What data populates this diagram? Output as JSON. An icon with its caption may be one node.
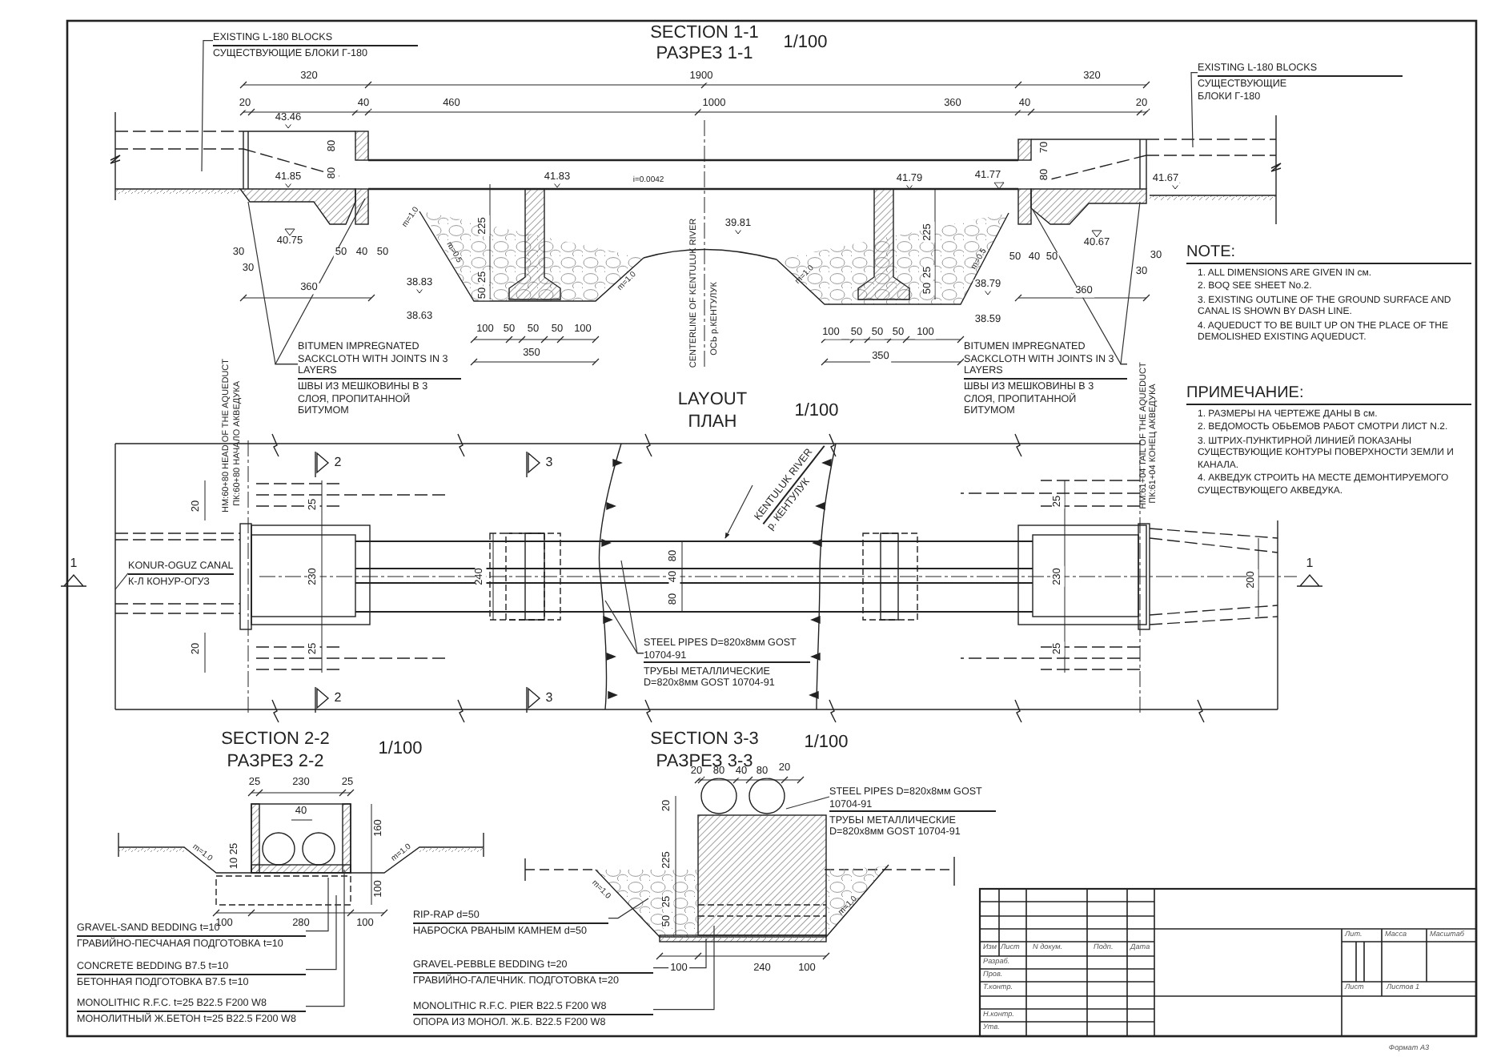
{
  "diagram": {
    "nodes": [
      {
        "text": [
          "EXISTING L-180 BLOCKS",
          "СУЩЕСТВУЮЩИЕ БЛОКИ Г-180"
        ]
      },
      {
        "text": [
          "EXISTING L-180 BLOCKS",
          "СУЩЕСТВУЮЩИЕ БЛОКИ Г-180"
        ]
      },
      {
        "text": [
          "BITUMEN IMPREGNATED SACKCLOTH WITH JOINTS IN 3 LAYERS",
          "ШВЫ ИЗ МЕШКОВИНЫ В 3 СЛОЯ, ПРОПИТАННОЙ БИТУМОМ"
        ]
      },
      {
        "text": [
          "BITUMEN IMPREGNATED SACKCLOTH WITH JOINTS IN 3 LAYERS",
          "ШВЫ ИЗ МЕШКОВИНЫ В 3 СЛОЯ, ПРОПИТАННОЙ БИТУМОМ"
        ]
      },
      {
        "text": [
          "KONUR-OGUZ CANAL",
          "К-Л КОНУР-ОГУЗ"
        ]
      },
      {
        "text": [
          "KENTULUK RIVER",
          "р. КЕНТУЛУК"
        ]
      },
      {
        "text": [
          "STEEL PIPES D=820x8мм GOST 10704-91",
          "ТРУБЫ МЕТАЛЛИЧЕСКИЕ D=820x8мм GOST 10704-91"
        ]
      },
      {
        "text": [
          "STEEL PIPES D=820x8мм GOST 10704-91",
          "ТРУБЫ МЕТАЛЛИЧЕСКИЕ D=820x8мм GOST 10704-91"
        ]
      },
      {
        "text": [
          "GRAVEL-SAND BEDDING t=10",
          "ГРАВИЙНО-ПЕСЧАНАЯ ПОДГОТОВКА t=10"
        ]
      },
      {
        "text": [
          "CONCRETE BEDDING B7.5 t=10",
          "БЕТОННАЯ ПОДГОТОВКА B7.5 t=10"
        ]
      },
      {
        "text": [
          "MONOLITHIC R.F.C. t=25 B22.5 F200 W8",
          "МОНОЛИТНЫЙ Ж.БЕТОН t=25 B22.5 F200 W8"
        ]
      },
      {
        "text": [
          "RIP-RAP d=50",
          "НАБРОСКА РВАНЫМ КАМНЕМ d=50"
        ]
      },
      {
        "text": [
          "GRAVEL-PEBBLE BEDDING t=20",
          "ГРАВИЙНО-ГАЛЕЧНИК. ПОДГОТОВКА t=20"
        ]
      },
      {
        "text": [
          "MONOLITHIC R.F.C. PIER B22.5 F200 W8",
          "ОПОРА ИЗ МОНОЛ. Ж.Б. B22.5 F200 W8"
        ]
      }
    ],
    "edges": [
      {
        "from": 0,
        "to": null,
        "arrow": "none"
      },
      {
        "from": 1,
        "to": null,
        "arrow": "none"
      },
      {
        "from": 2,
        "to": null,
        "arrow": "none"
      },
      {
        "from": 2,
        "to": null,
        "arrow": "none"
      },
      {
        "from": 3,
        "to": null,
        "arrow": "none"
      },
      {
        "from": 3,
        "to": null,
        "arrow": "none"
      },
      {
        "from": 4,
        "to": null,
        "arrow": "none"
      },
      {
        "from": 5,
        "to": null,
        "arrow": "to"
      },
      {
        "from": 6,
        "to": null,
        "arrow": "none"
      },
      {
        "from": 6,
        "to": null,
        "arrow": "none"
      },
      {
        "from": 7,
        "to": null,
        "arrow": "none"
      },
      {
        "from": 8,
        "to": null,
        "arrow": "none"
      },
      {
        "from": 9,
        "to": null,
        "arrow": "none"
      },
      {
        "from": 10,
        "to": null,
        "arrow": "none"
      },
      {
        "from": 11,
        "to": null,
        "arrow": "none"
      },
      {
        "from": 12,
        "to": null,
        "arrow": "none"
      },
      {
        "from": 13,
        "to": null,
        "arrow": "none"
      }
    ],
    "labels": [
      "SECTION 1-1",
      "РАЗРЕЗ 1-1",
      "1/100",
      "320",
      "1900",
      "320",
      "20",
      "40",
      "460",
      "1000",
      "360",
      "40",
      "20",
      "43.46",
      "80",
      "41.85",
      "80",
      "41.83",
      "i=0.0042",
      "41.79",
      "41.77",
      "70",
      "80",
      "41.67",
      "m=1.0",
      "m=0.5",
      "m=1.0",
      "225",
      "25",
      "50",
      "40.75",
      "39.81",
      "CENTERLINE OF KENTULUK RIVER",
      "ОСЬ р.КЕНТУЛУК",
      "30",
      "30",
      "50",
      "40",
      "50",
      "360",
      "38.83",
      "38.63",
      "100",
      "50",
      "50",
      "50",
      "100",
      "350",
      "225",
      "25",
      "50",
      "m=1.0",
      "m=0.5",
      "50",
      "40",
      "50",
      "40.67",
      "30",
      "30",
      "38.79",
      "38.59",
      "360",
      "100",
      "50",
      "50",
      "50",
      "100",
      "350",
      "HM:60+80 HEAD OF THE AQUEDUCT",
      "ПК:60+80 НАЧАЛО АКВЕДУКА",
      "HM:61+04 TAIL OF THE AQUEDUCT",
      "ПК:61+04 КОНЕЦ АКВЕДУКА",
      "NOTE:",
      "1. ALL DIMENSIONS ARE GIVEN IN см.",
      "2. BOQ SEE SHEET No.2.",
      "3. EXISTING OUTLINE OF THE GROUND SURFACE AND CANAL IS SHOWN BY DASH LINE.",
      "4. AQUEDUCT TO BE BUILT UP ON THE PLACE OF THE DEMOLISHED EXISTING AQUEDUCT.",
      "ПРИМЕЧАНИЕ:",
      "1. РАЗМЕРЫ НА ЧЕРТЕЖЕ ДАНЫ В см.",
      "2. ВЕДОМОСТЬ ОБЬЕМОВ РАБОТ СМОТРИ ЛИСТ N.2.",
      "3. ШТРИХ-ПУНКТИРНОЙ ЛИНИЕЙ ПОКАЗАНЫ СУЩЕСТВУЮЩИЕ КОНТУРЫ ПОВЕРХНОСТИ ЗЕМЛИ И КАНАЛА.",
      "4. АКВЕДУК СТРОИТЬ НА МЕСТЕ ДЕМОНТИРУЕМОГО СУЩЕСТВУЮЩЕГО АКВЕДУКА.",
      "LAYOUT",
      "ПЛАН",
      "1/100",
      "2",
      "3",
      "20",
      "25",
      "1",
      "230",
      "240",
      "80",
      "40",
      "80",
      "25",
      "230",
      "200",
      "1",
      "20",
      "25",
      "25",
      "2",
      "3",
      "SECTION 2-2",
      "РАЗРЕЗ 2-2",
      "1/100",
      "25",
      "230",
      "25",
      "40",
      "160",
      "m=1.0",
      "m=1.0",
      "25",
      "10",
      "100",
      "100",
      "280",
      "100",
      "SECTION 3-3",
      "РАЗРЕЗ 3-3",
      "1/100",
      "20",
      "80",
      "40",
      "80",
      "20",
      "20",
      "225",
      "25",
      "50",
      "m=1.0",
      "m=1.0",
      "100",
      "240",
      "100",
      "Изм",
      "Лист",
      "N докум.",
      "Подп.",
      "Дата",
      "Разраб.",
      "Пров.",
      "Т.контр.",
      "Н.контр.",
      "Утв.",
      "Лит.",
      "Масса",
      "Масштаб",
      "Лист",
      "Листов 1",
      "Формат А3"
    ]
  }
}
